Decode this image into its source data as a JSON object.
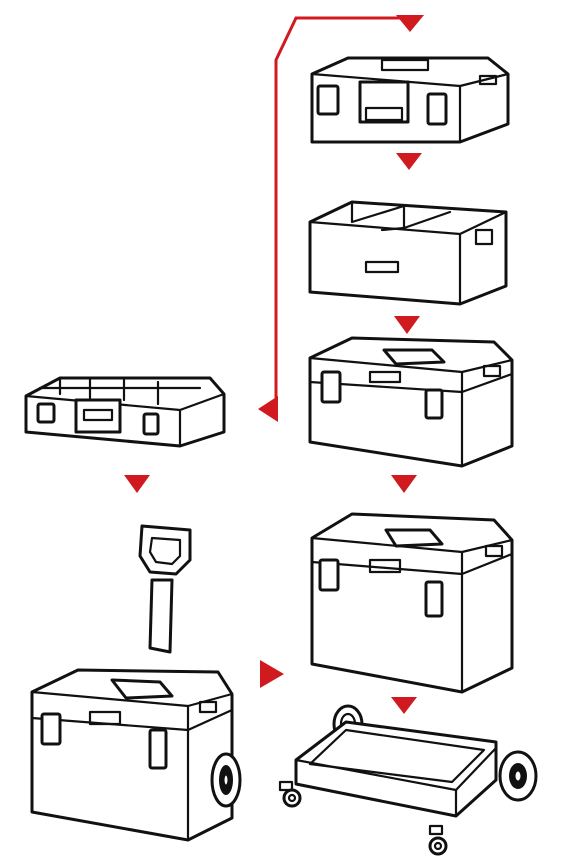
{
  "colors": {
    "accent": "#d11a1f",
    "line": "#111111",
    "background": "#ffffff"
  },
  "icons": {
    "arrow": "triangle-down-icon",
    "wheel": "wheel-icon",
    "caster": "caster-wheel-icon"
  },
  "components": [
    "organizer-case",
    "toolbox-lid-top",
    "tray-insert",
    "toolbox-medium",
    "toolbox-large",
    "wheeled-dolly",
    "mobile-toolbox-with-handle"
  ]
}
